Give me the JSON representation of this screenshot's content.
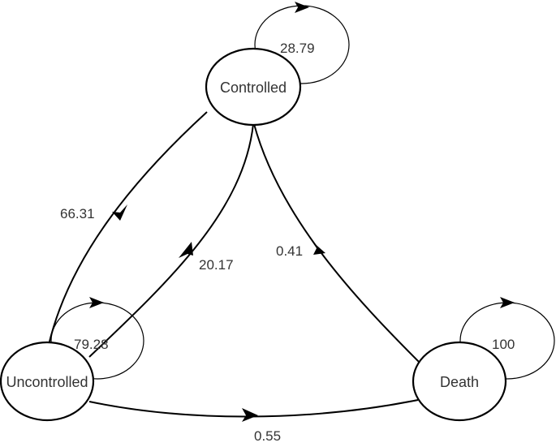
{
  "nodes": {
    "controlled": "Controlled",
    "uncontrolled": "Uncontrolled",
    "death": "Death"
  },
  "edges": {
    "controlled_self": "28.79",
    "controlled_to_uncontrolled": "66.31",
    "uncontrolled_to_controlled": "20.17",
    "controlled_to_death": "0.41",
    "uncontrolled_self": "79.28",
    "uncontrolled_to_death": "0.55",
    "death_self": "100"
  },
  "colors": {
    "stroke": "#000000",
    "text": "#333333",
    "background": "#ffffff"
  }
}
